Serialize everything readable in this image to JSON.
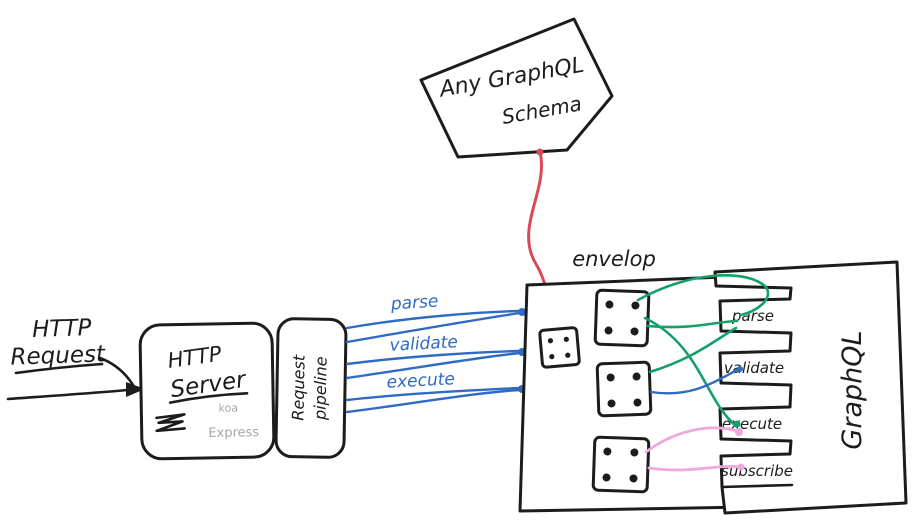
{
  "colors": {
    "ink": "#1c1c1c",
    "blue": "#2f6bc4",
    "red": "#d84a55",
    "green": "#14a06a",
    "pink": "#efaadd",
    "gray": "#a6a6a6"
  },
  "schema_note": {
    "line1": "Any GraphQL",
    "line2": "Schema"
  },
  "http_request": {
    "line1": "HTTP",
    "line2": "Request"
  },
  "http_server": {
    "line1": "HTTP",
    "line2": "Server",
    "koa": "koa",
    "express": "Express"
  },
  "request_pipeline": {
    "line1": "Request",
    "line2": "pipeline"
  },
  "pipeline_edges": {
    "parse": "parse",
    "validate": "validate",
    "execute": "execute"
  },
  "envelop": {
    "label": "envelop"
  },
  "graphql": {
    "label": "GraphQL",
    "slots": [
      "parse",
      "validate",
      "execute",
      "subscribe"
    ]
  }
}
